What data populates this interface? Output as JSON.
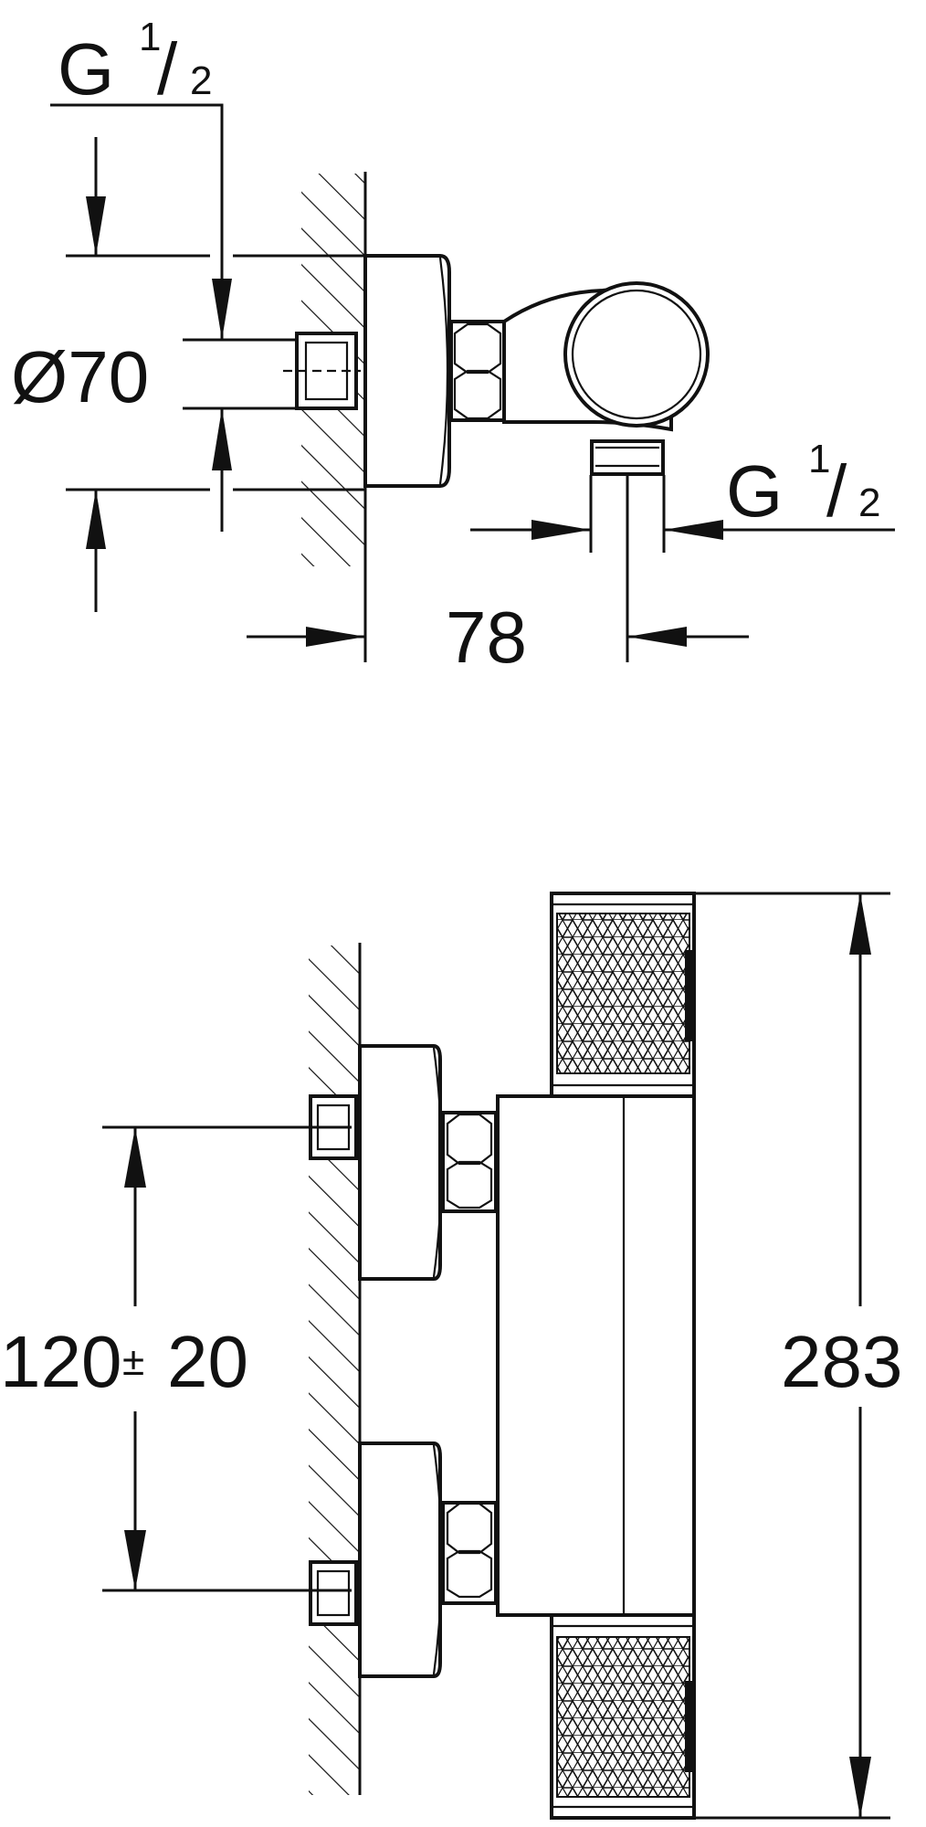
{
  "top_view": {
    "thread_top": {
      "main": "G",
      "num": "1",
      "slash": "/",
      "den": "2"
    },
    "thread_right": {
      "main": "G",
      "num": "1",
      "slash": "/",
      "den": "2"
    },
    "diameter": "Ø70",
    "depth": "78"
  },
  "front_view": {
    "spacing_main": "120",
    "spacing_sign": "±",
    "spacing_tol": "20",
    "height": "283"
  },
  "colors": {
    "line": "#111111",
    "background": "#ffffff"
  }
}
